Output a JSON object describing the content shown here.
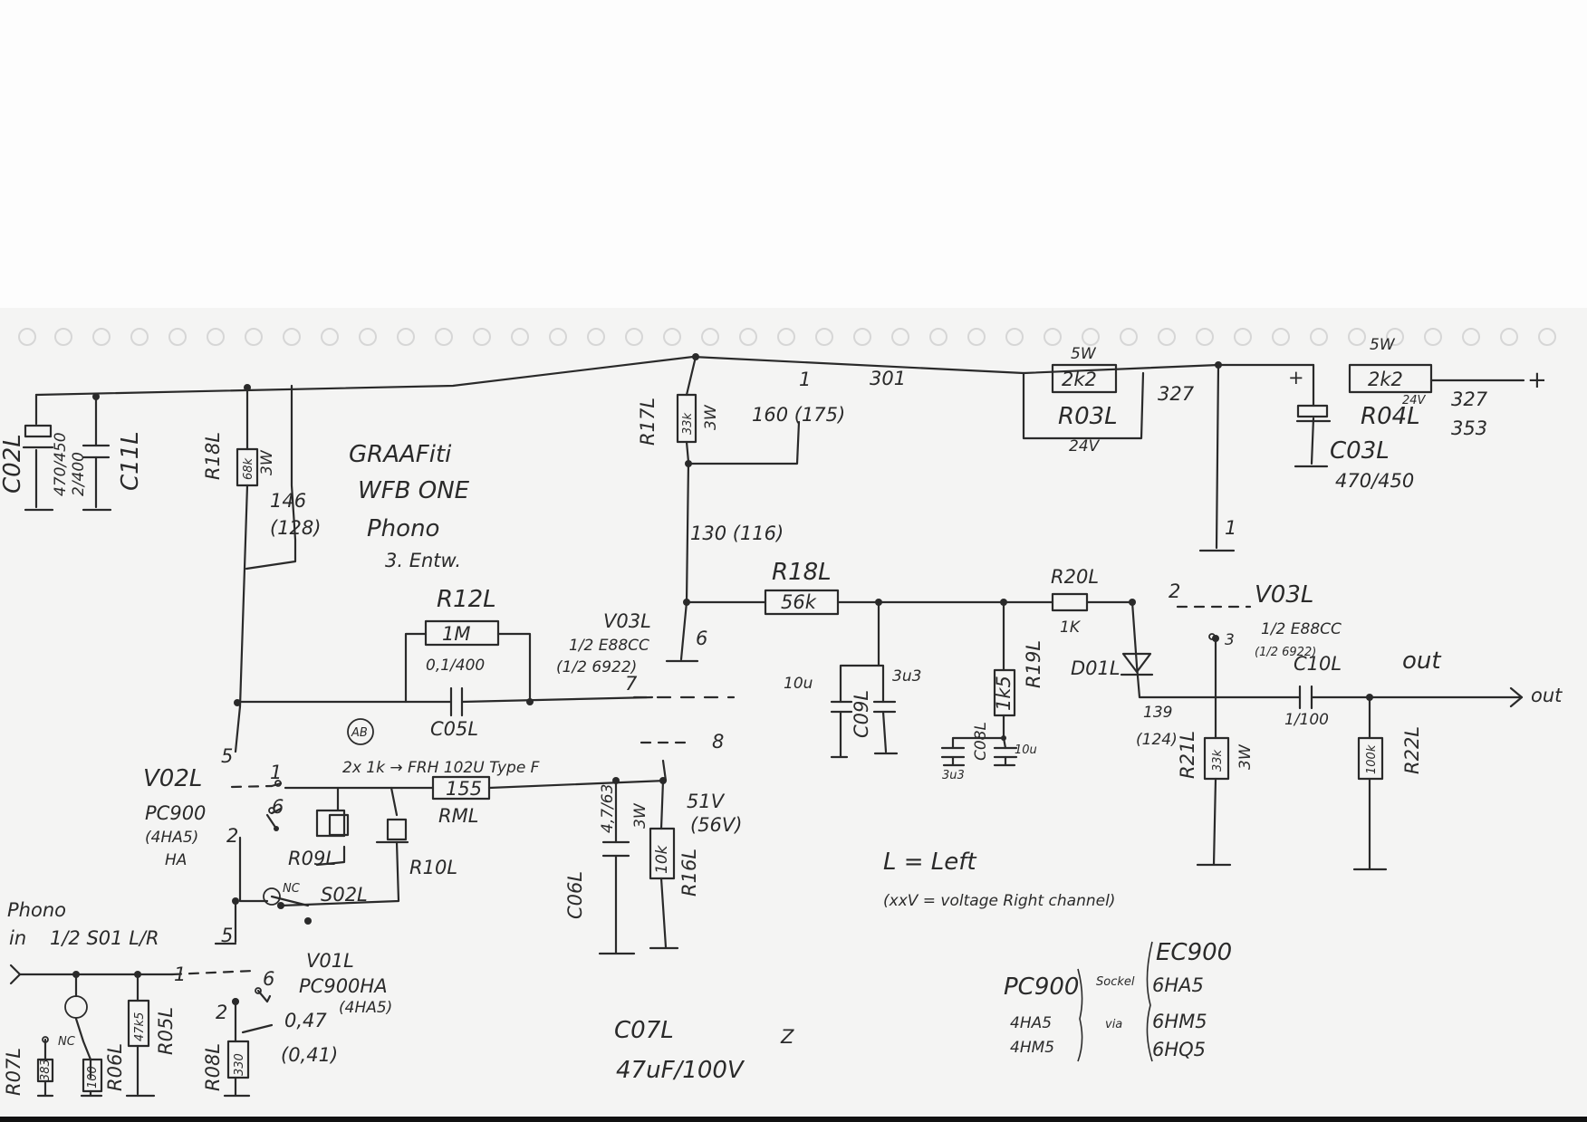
{
  "title": {
    "line1": "GRAAFiti",
    "line2": "WFB ONE",
    "line3": "Phono",
    "line4": "3. Entw."
  },
  "top_rail": {
    "node_301": "301",
    "node_327": "327",
    "node_1_a": "1",
    "node_1_b": "1",
    "plus": "+",
    "out_voltage_a": "327",
    "out_voltage_b": "353"
  },
  "components": {
    "c02l": {
      "name": "C02L",
      "value": "470/450"
    },
    "c11l": {
      "name": "C11L",
      "value": "2/400"
    },
    "r18l_top": {
      "name": "R18L",
      "value": "68k",
      "watt": "3W"
    },
    "node_146": "146",
    "node_128": "(128)",
    "r17l": {
      "name": "R17L",
      "value": "33k",
      "watt": "3W"
    },
    "node_160": "160 (175)",
    "node_130": "130 (116)",
    "r03l": {
      "name": "R03L",
      "value": "2k2",
      "watt": "5W",
      "drop": "24V"
    },
    "r04l": {
      "name": "R04L",
      "value": "2k2",
      "watt": "5W",
      "drop": "24V"
    },
    "c03l": {
      "name": "C03L",
      "value": "470/450"
    },
    "r12l": {
      "name": "R12L",
      "value": "1M"
    },
    "c05l": {
      "name": "C05L",
      "value": "0,1/400"
    },
    "v03l_a": {
      "name": "V03L",
      "type": "1/2 E88CC",
      "alt": "(1/2 6922)",
      "pin6": "6",
      "pin7": "7",
      "pin8": "8"
    },
    "r18l_mid": {
      "name": "R18L",
      "value": "56k"
    },
    "c09l": {
      "name": "C09L",
      "value_a": "10u",
      "value_b": "3u3"
    },
    "r19l": {
      "name": "R19L",
      "value": "1k5"
    },
    "c08l": {
      "name": "C08L",
      "value_a": "3u3",
      "value_b": "10u"
    },
    "r20l": {
      "name": "R20L",
      "value": "1K"
    },
    "d01l": {
      "name": "D01L"
    },
    "v03l_b": {
      "name": "V03L",
      "type": "1/2 E88CC",
      "alt": "(1/2 6922)",
      "pin2": "2",
      "pin3": "3"
    },
    "c10l": {
      "name": "C10L",
      "value": "1/100"
    },
    "out_label": "out",
    "out_arrow": "out",
    "node_139": "139",
    "node_124": "(124)",
    "r21l": {
      "name": "R21L",
      "value": "33k",
      "watt": "3W"
    },
    "r22l": {
      "name": "R22L",
      "value": "100k"
    },
    "ab_mark": "AB",
    "rml": {
      "name": "RML",
      "value": "155",
      "note": "2x 1k → FRH 102U Type F"
    },
    "v02l": {
      "name": "V02L",
      "type": "PC900",
      "alt": "(4HA5)",
      "suffix": "HA",
      "pin1": "1",
      "pin2": "2",
      "pin5": "5",
      "pin6": "6"
    },
    "r09l": {
      "name": "R09L"
    },
    "r10l": {
      "name": "R10L"
    },
    "s02l": {
      "name": "S02L",
      "nc": "NC"
    },
    "c06l": {
      "name": "C06L",
      "value": "4,7/63"
    },
    "r16l": {
      "name": "R16L",
      "value": "10k",
      "watt": "3W"
    },
    "node_51": "51V",
    "node_56": "(56V)",
    "phono_in": {
      "line1": "Phono",
      "line2": "in",
      "switch": "1/2 S01 L/R"
    },
    "v01l": {
      "name": "V01L",
      "type": "PC900HA",
      "alt": "(4HA5)",
      "pin1": "1",
      "pin2": "2",
      "pin6": "6"
    },
    "r07l": {
      "name": "R07L",
      "value": "383"
    },
    "nc_small": "NC",
    "r06l": {
      "name": "R06L",
      "value": "100"
    },
    "r05l": {
      "name": "R05L",
      "value": "47k5"
    },
    "r08l": {
      "name": "R08L",
      "value": "330"
    },
    "node_047": "0,47",
    "node_041": "(0,41)",
    "pin5_left": "5",
    "c07l": {
      "name": "C07L",
      "value": "47uF/100V",
      "mark": "Z"
    }
  },
  "legend": {
    "line1": "L = Left",
    "line2": "(xxV = voltage Right channel)"
  },
  "tubes": {
    "left": [
      "PC900",
      "4HA5",
      "4HM5"
    ],
    "middle_a": "Sockel",
    "middle_b": "via",
    "right": [
      "EC900",
      "6HA5",
      "6HM5",
      "6HQ5"
    ]
  }
}
